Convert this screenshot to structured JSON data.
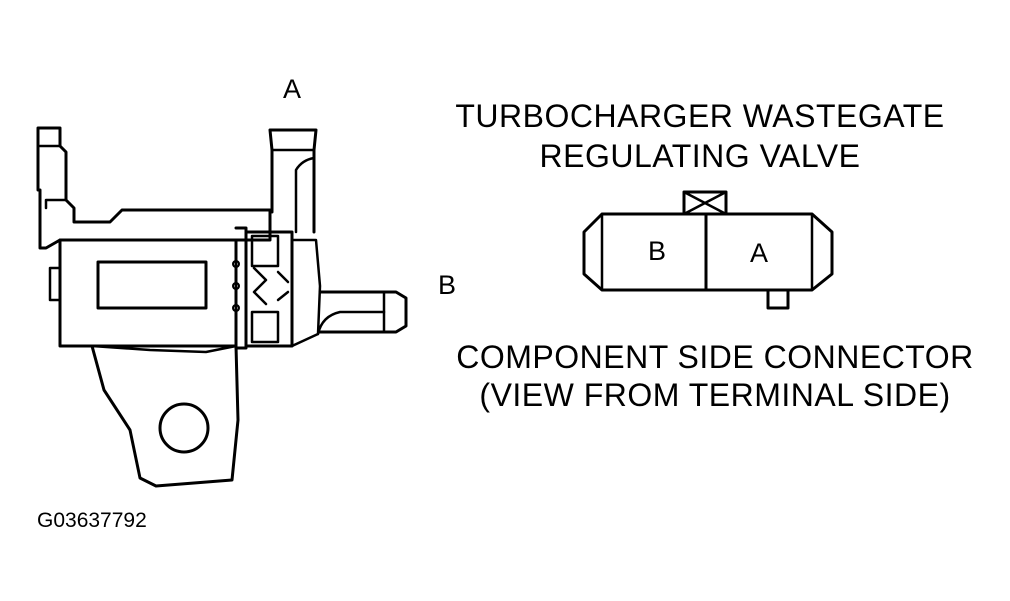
{
  "port_labels": {
    "top": "A",
    "side": "B"
  },
  "title": {
    "line1": "TURBOCHARGER WASTEGATE",
    "line2": "REGULATING VALVE"
  },
  "connector": {
    "pins": [
      "B",
      "A"
    ]
  },
  "caption": {
    "line1": "COMPONENT SIDE CONNECTOR",
    "line2": "(VIEW FROM TERMINAL SIDE)"
  },
  "figure_id": "G03637792"
}
